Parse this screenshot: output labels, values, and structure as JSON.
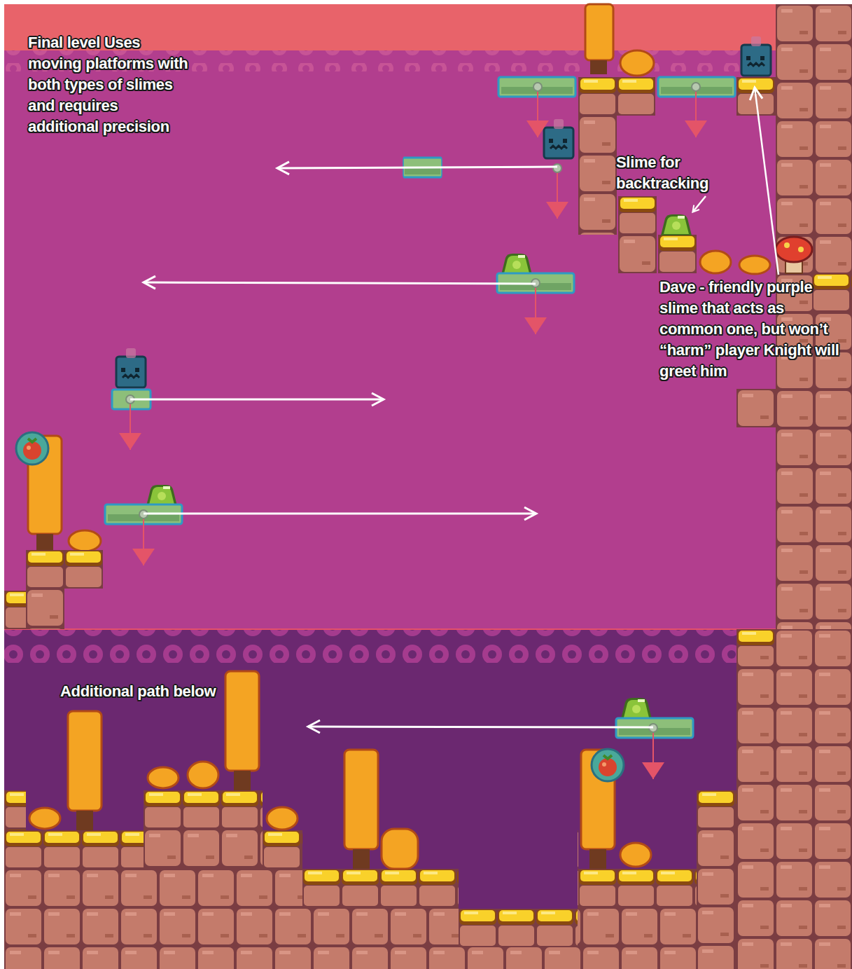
{
  "diagram": {
    "labels": [
      "Final level Uses moving platforms with both types of slimes and requires additional precision",
      "Slime for backtracking",
      "Dave - friendly purple slime that acts as common one, but won’t “harm” player Knight will greet him",
      "Additional path below"
    ]
  }
}
